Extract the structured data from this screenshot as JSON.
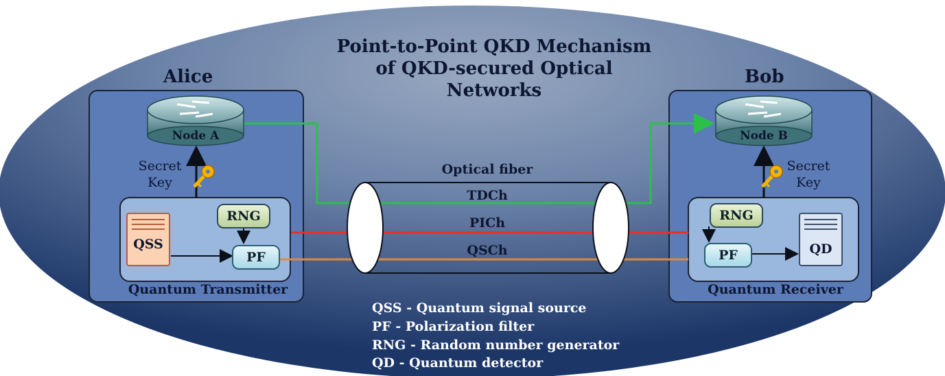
{
  "title": [
    "Point-to-Point QKD Mechanism",
    "of QKD-secured Optical",
    "Networks"
  ],
  "alice": {
    "name": "Alice",
    "node": "Node A",
    "secret_key": [
      "Secret",
      "Key"
    ],
    "rng": "RNG",
    "qss": "QSS",
    "pf": "PF",
    "unit": "Quantum Transmitter"
  },
  "bob": {
    "name": "Bob",
    "node": "Node B",
    "secret_key": [
      "Secret",
      "Key"
    ],
    "rng": "RNG",
    "qd": "QD",
    "pf": "PF",
    "unit": "Quantum Receiver"
  },
  "fiber": {
    "label": "Optical fiber",
    "channels": [
      "TDCh",
      "PICh",
      "QSCh"
    ]
  },
  "legend": [
    "QSS - Quantum signal source",
    "PF - Polarization filter",
    "RNG - Random number generator",
    "QD - Quantum detector"
  ],
  "colors": {
    "tdch": "#2cc04a",
    "pich": "#e8302a",
    "qsch": "#e08a3a",
    "background_outer": "#1f3a6b",
    "background_inner": "#8fa3bf"
  }
}
